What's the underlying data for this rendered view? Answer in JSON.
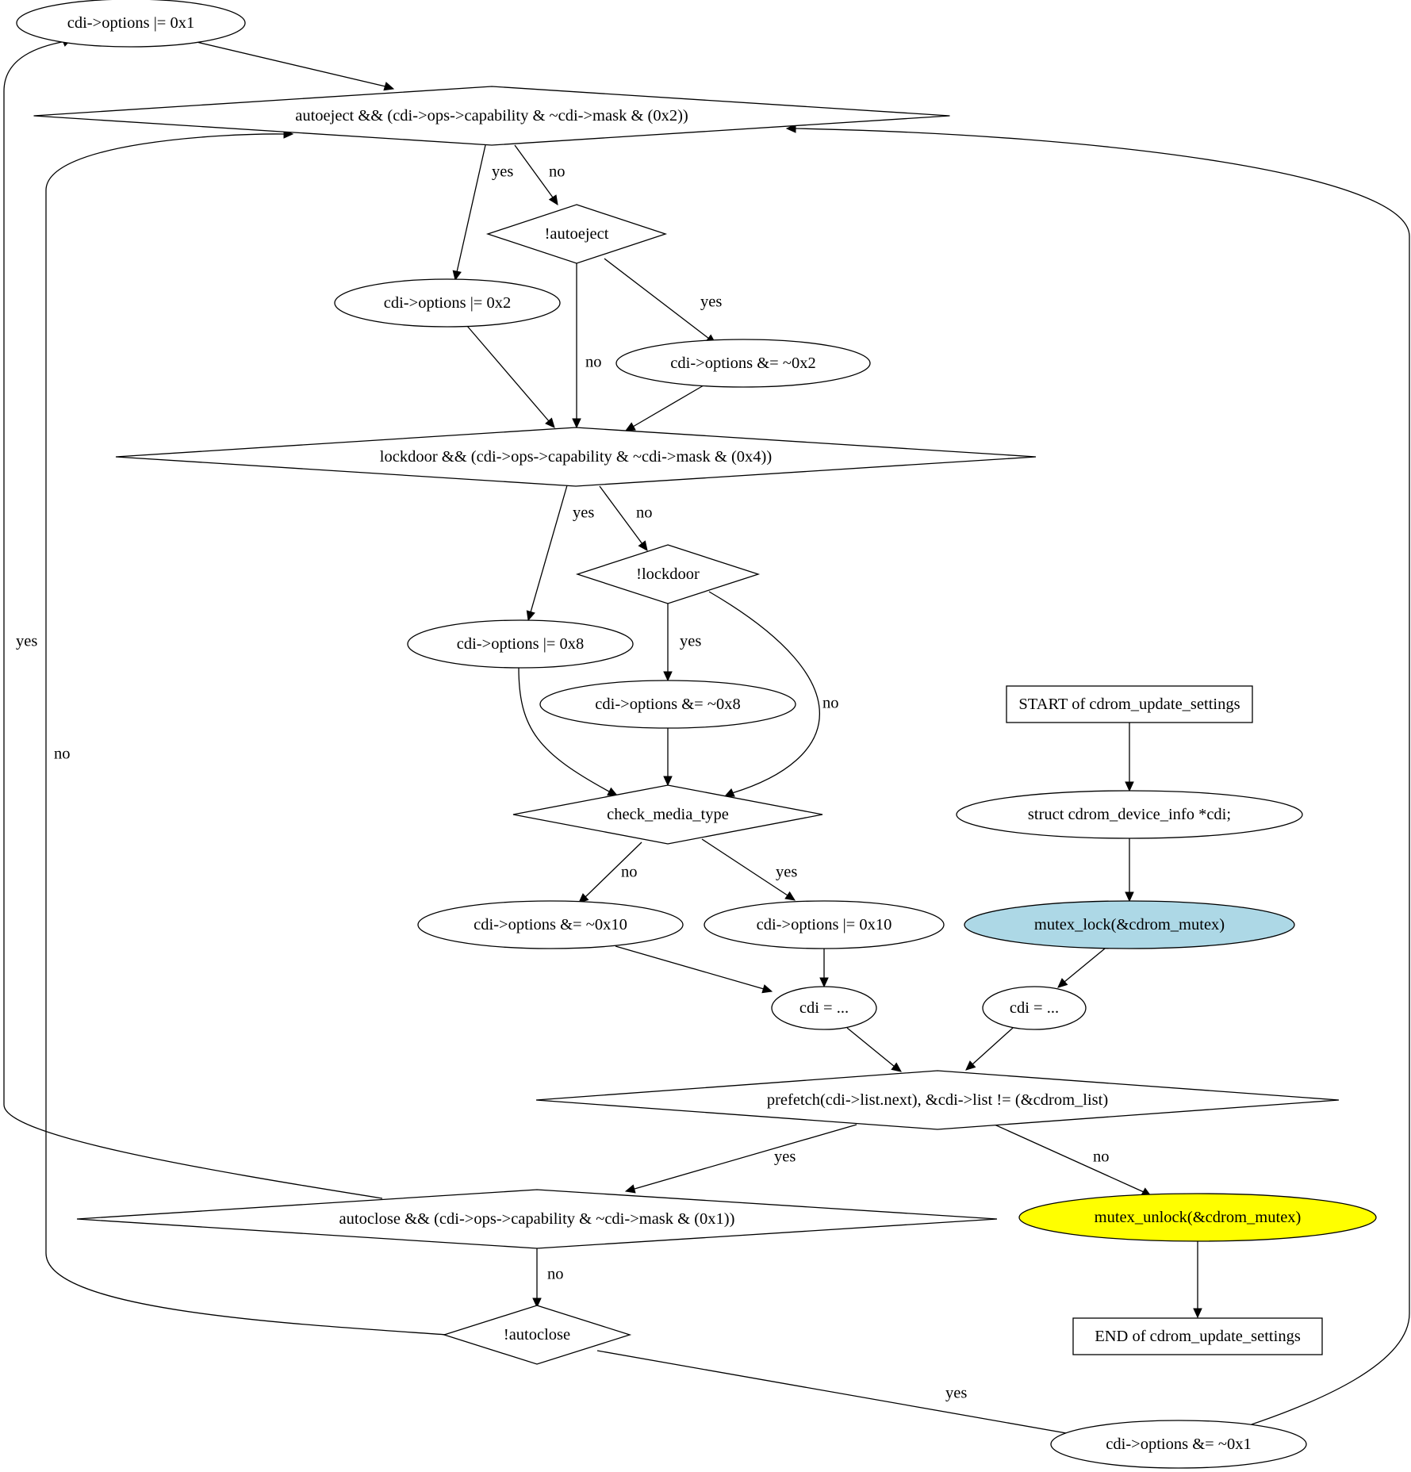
{
  "diagram": {
    "nodes": [
      {
        "id": "n_start",
        "shape": "box",
        "label": "START of cdrom_update_settings"
      },
      {
        "id": "n_decl",
        "shape": "ellipse",
        "label": "struct cdrom_device_info *cdi;"
      },
      {
        "id": "n_lock",
        "shape": "ellipse",
        "label": "mutex_lock(&cdrom_mutex)",
        "fill": "#add8e6"
      },
      {
        "id": "n_cdi_init",
        "shape": "ellipse",
        "label": "cdi = ..."
      },
      {
        "id": "n_loop",
        "shape": "diamond",
        "label": "prefetch(cdi->list.next), &cdi->list != (&cdrom_list)"
      },
      {
        "id": "n_unlock",
        "shape": "ellipse",
        "label": "mutex_unlock(&cdrom_mutex)",
        "fill": "#ffff00"
      },
      {
        "id": "n_end",
        "shape": "box",
        "label": "END of cdrom_update_settings"
      },
      {
        "id": "n_autoclose",
        "shape": "diamond",
        "label": "autoclose && (cdi->ops->capability & ~cdi->mask & (0x1))"
      },
      {
        "id": "n_not_autoclose",
        "shape": "diamond",
        "label": "!autoclose"
      },
      {
        "id": "n_clear_x1",
        "shape": "ellipse",
        "label": "cdi->options &= ~0x1"
      },
      {
        "id": "n_set_x1",
        "shape": "ellipse",
        "label": "cdi->options |= 0x1"
      },
      {
        "id": "n_autoeject",
        "shape": "diamond",
        "label": "autoeject && (cdi->ops->capability & ~cdi->mask & (0x2))"
      },
      {
        "id": "n_set_x2",
        "shape": "ellipse",
        "label": "cdi->options |= 0x2"
      },
      {
        "id": "n_not_autoeject",
        "shape": "diamond",
        "label": "!autoeject"
      },
      {
        "id": "n_clear_x2",
        "shape": "ellipse",
        "label": "cdi->options &= ~0x2"
      },
      {
        "id": "n_lockdoor",
        "shape": "diamond",
        "label": "lockdoor && (cdi->ops->capability & ~cdi->mask & (0x4))"
      },
      {
        "id": "n_set_x8",
        "shape": "ellipse",
        "label": "cdi->options |= 0x8"
      },
      {
        "id": "n_not_lockdoor",
        "shape": "diamond",
        "label": "!lockdoor"
      },
      {
        "id": "n_clear_x8",
        "shape": "ellipse",
        "label": "cdi->options &= ~0x8"
      },
      {
        "id": "n_check_media",
        "shape": "diamond",
        "label": "check_media_type"
      },
      {
        "id": "n_clear_x10",
        "shape": "ellipse",
        "label": "cdi->options &= ~0x10"
      },
      {
        "id": "n_set_x10",
        "shape": "ellipse",
        "label": "cdi->options |= 0x10"
      },
      {
        "id": "n_cdi_next",
        "shape": "ellipse",
        "label": "cdi = ..."
      }
    ],
    "edges": [
      {
        "from": "n_start",
        "to": "n_decl",
        "label": ""
      },
      {
        "from": "n_decl",
        "to": "n_lock",
        "label": ""
      },
      {
        "from": "n_lock",
        "to": "n_cdi_init",
        "label": ""
      },
      {
        "from": "n_cdi_init",
        "to": "n_loop",
        "label": ""
      },
      {
        "from": "n_loop",
        "to": "n_autoclose",
        "label": "yes"
      },
      {
        "from": "n_loop",
        "to": "n_unlock",
        "label": "no"
      },
      {
        "from": "n_unlock",
        "to": "n_end",
        "label": ""
      },
      {
        "from": "n_autoclose",
        "to": "n_set_x1",
        "label": "yes"
      },
      {
        "from": "n_autoclose",
        "to": "n_not_autoclose",
        "label": "no"
      },
      {
        "from": "n_not_autoclose",
        "to": "n_clear_x1",
        "label": "yes"
      },
      {
        "from": "n_not_autoclose",
        "to": "n_autoeject",
        "label": "no"
      },
      {
        "from": "n_clear_x1",
        "to": "n_autoeject",
        "label": ""
      },
      {
        "from": "n_set_x1",
        "to": "n_autoeject",
        "label": ""
      },
      {
        "from": "n_autoeject",
        "to": "n_set_x2",
        "label": "yes"
      },
      {
        "from": "n_autoeject",
        "to": "n_not_autoeject",
        "label": "no"
      },
      {
        "from": "n_not_autoeject",
        "to": "n_clear_x2",
        "label": "yes"
      },
      {
        "from": "n_not_autoeject",
        "to": "n_lockdoor",
        "label": "no"
      },
      {
        "from": "n_set_x2",
        "to": "n_lockdoor",
        "label": ""
      },
      {
        "from": "n_clear_x2",
        "to": "n_lockdoor",
        "label": ""
      },
      {
        "from": "n_lockdoor",
        "to": "n_set_x8",
        "label": "yes"
      },
      {
        "from": "n_lockdoor",
        "to": "n_not_lockdoor",
        "label": "no"
      },
      {
        "from": "n_not_lockdoor",
        "to": "n_clear_x8",
        "label": "yes"
      },
      {
        "from": "n_not_lockdoor",
        "to": "n_check_media",
        "label": "no"
      },
      {
        "from": "n_set_x8",
        "to": "n_check_media",
        "label": ""
      },
      {
        "from": "n_clear_x8",
        "to": "n_check_media",
        "label": ""
      },
      {
        "from": "n_check_media",
        "to": "n_clear_x10",
        "label": "no"
      },
      {
        "from": "n_check_media",
        "to": "n_set_x10",
        "label": "yes"
      },
      {
        "from": "n_clear_x10",
        "to": "n_cdi_next",
        "label": ""
      },
      {
        "from": "n_set_x10",
        "to": "n_cdi_next",
        "label": ""
      },
      {
        "from": "n_cdi_next",
        "to": "n_loop",
        "label": ""
      }
    ]
  }
}
